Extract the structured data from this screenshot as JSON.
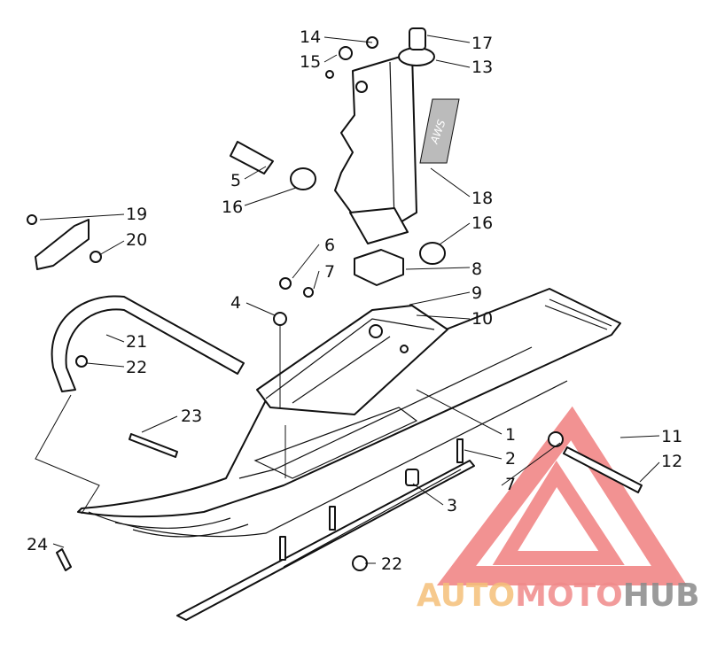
{
  "diagram": {
    "callouts": [
      {
        "id": "14",
        "label": "14"
      },
      {
        "id": "17",
        "label": "17"
      },
      {
        "id": "15",
        "label": "15"
      },
      {
        "id": "13",
        "label": "13"
      },
      {
        "id": "5",
        "label": "5"
      },
      {
        "id": "16a",
        "label": "16"
      },
      {
        "id": "18",
        "label": "18"
      },
      {
        "id": "19",
        "label": "19"
      },
      {
        "id": "16b",
        "label": "16"
      },
      {
        "id": "20",
        "label": "20"
      },
      {
        "id": "6",
        "label": "6"
      },
      {
        "id": "7a",
        "label": "7"
      },
      {
        "id": "8",
        "label": "8"
      },
      {
        "id": "9",
        "label": "9"
      },
      {
        "id": "4",
        "label": "4"
      },
      {
        "id": "10",
        "label": "10"
      },
      {
        "id": "21",
        "label": "21"
      },
      {
        "id": "22a",
        "label": "22"
      },
      {
        "id": "23",
        "label": "23"
      },
      {
        "id": "1",
        "label": "1"
      },
      {
        "id": "11",
        "label": "11"
      },
      {
        "id": "2",
        "label": "2"
      },
      {
        "id": "12",
        "label": "12"
      },
      {
        "id": "7b",
        "label": "7"
      },
      {
        "id": "3",
        "label": "3"
      },
      {
        "id": "24",
        "label": "24"
      },
      {
        "id": "22b",
        "label": "22"
      }
    ],
    "decal_text": "AWS"
  },
  "watermark": {
    "part1": "AUTO",
    "part2": "MOTO",
    "part3": "HUB",
    "color_orange": "#f5c07a",
    "color_red": "#f08a8a",
    "color_gray": "#8a8a8a"
  }
}
